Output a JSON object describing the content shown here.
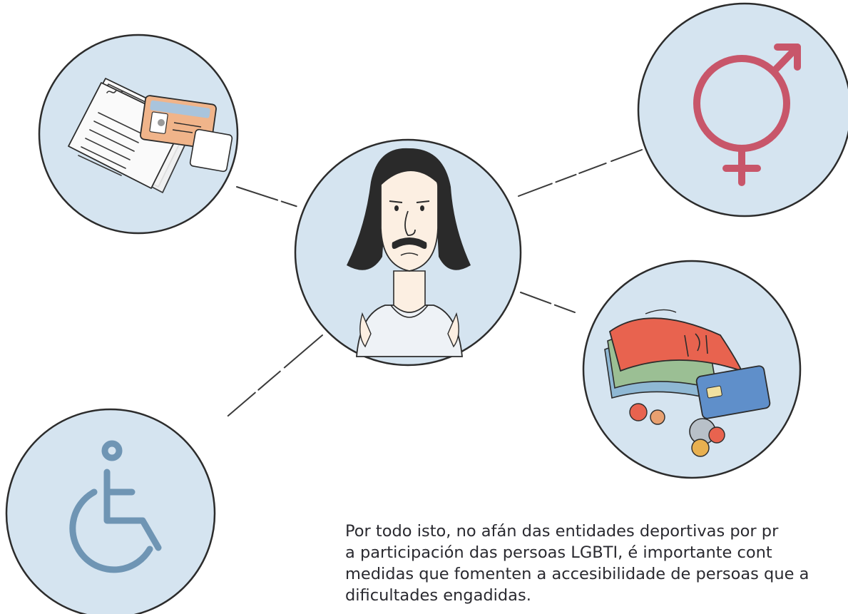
{
  "colors": {
    "circle_fill": "#d5e4f0",
    "outline": "#2c2c2c",
    "gender_symbol": "#c8566a",
    "wheelchair": "#6f95b4",
    "text": "#2a2a30"
  },
  "icons": {
    "top_left": "documents-id-card-icon",
    "center": "person-portrait-icon",
    "top_right": "gender-symbol-icon",
    "middle_right": "money-banknotes-card-coins-icon",
    "bottom_left": "wheelchair-accessibility-icon"
  },
  "paragraph": {
    "lines": [
      "Por todo isto, no afán das entidades deportivas por pr",
      "a participación das persoas LGBTI, é importante cont",
      "medidas que fomenten a accesibilidade de persoas que a",
      "dificultades engadidas."
    ]
  }
}
